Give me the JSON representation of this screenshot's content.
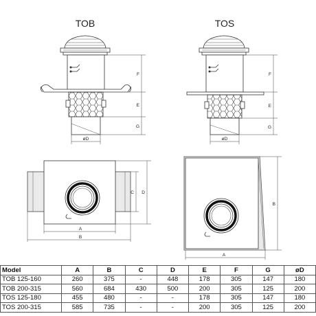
{
  "labels": {
    "tob_title": "TOB",
    "tos_title": "TOS",
    "dim_A": "A",
    "dim_B": "B",
    "dim_C": "C",
    "dim_D": "D",
    "dim_E": "E",
    "dim_F": "F",
    "dim_G": "G",
    "dim_diameter": "øD"
  },
  "table": {
    "headers": [
      "Model",
      "A",
      "B",
      "C",
      "D",
      "E",
      "F",
      "G",
      "øD"
    ],
    "rows": [
      [
        "TOB 125-160",
        "260",
        "375",
        "-",
        "448",
        "178",
        "305",
        "147",
        "180"
      ],
      [
        "TOB 200-315",
        "560",
        "684",
        "430",
        "500",
        "200",
        "305",
        "125",
        "200"
      ],
      [
        "TOS 125-180",
        "455",
        "480",
        "-",
        "-",
        "178",
        "305",
        "147",
        "180"
      ],
      [
        "TOS 200-315",
        "585",
        "735",
        "-",
        "-",
        "200",
        "305",
        "125",
        "200"
      ]
    ]
  }
}
